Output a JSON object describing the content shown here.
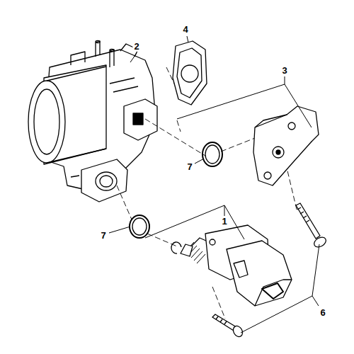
{
  "diagram": {
    "labels": [
      "2",
      "4",
      "3",
      "7",
      "1",
      "7",
      "6"
    ]
  }
}
